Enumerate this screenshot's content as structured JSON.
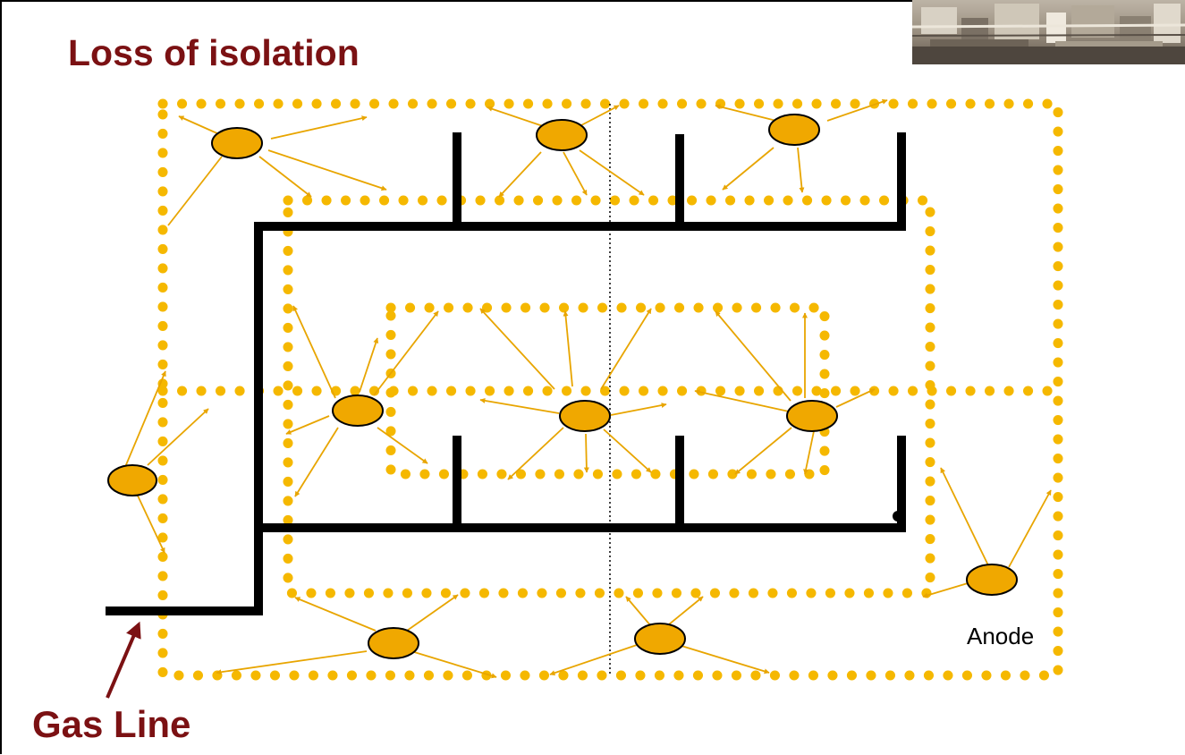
{
  "title": "Loss of isolation",
  "labels": {
    "gas_line": "Gas Line",
    "anode": "Anode"
  },
  "colors": {
    "title": "#7b1113",
    "current_path": "#f5b800",
    "current_arrow": "#e8a500",
    "anode_fill": "#f0a800",
    "pipe": "#000000"
  },
  "icons": {
    "photo": "industrial-pipes-photo",
    "anode": "anode-ellipse-icon"
  }
}
